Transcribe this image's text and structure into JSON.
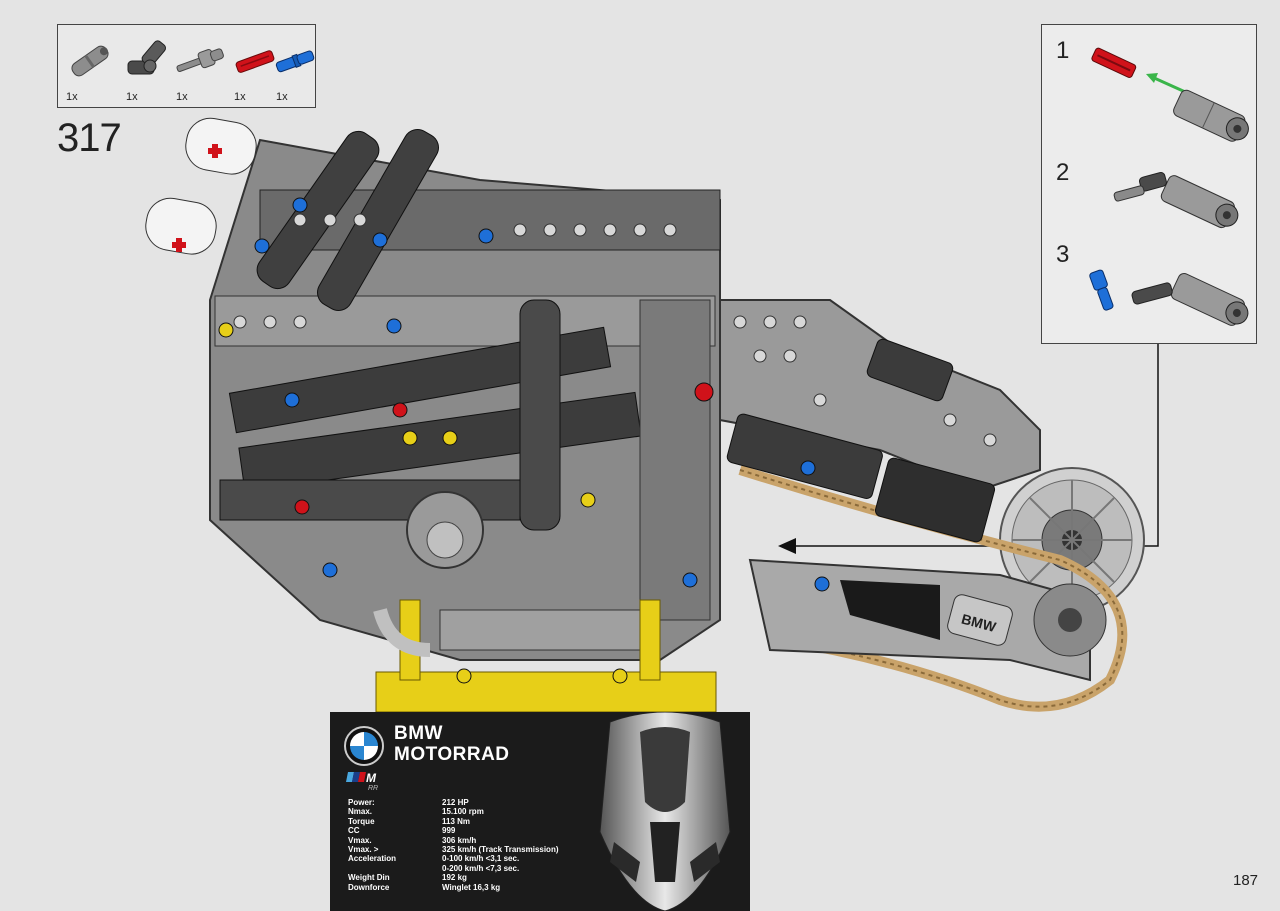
{
  "parts_list": {
    "items": [
      {
        "icon": "grey-axle-connector-icon",
        "qty": "1x",
        "color": "#8a8a8a"
      },
      {
        "icon": "dark-grey-angle-connector-icon",
        "qty": "1x",
        "color": "#4a4a4a"
      },
      {
        "icon": "grey-axle-pin-icon",
        "qty": "1x",
        "color": "#8a8a8a"
      },
      {
        "icon": "red-axle-icon",
        "qty": "1x",
        "color": "#d0121a"
      },
      {
        "icon": "blue-pin-icon",
        "qty": "1x",
        "color": "#1e6fd8"
      }
    ]
  },
  "step": {
    "number": "317"
  },
  "callout": {
    "substeps": [
      {
        "number": "1",
        "icon": "red-axle-into-connector-icon"
      },
      {
        "number": "2",
        "icon": "angle-connector-assembly-icon"
      },
      {
        "number": "3",
        "icon": "blue-pin-assembly-icon"
      }
    ],
    "arrow_color": "#3ab54a"
  },
  "plaque": {
    "brand_line1": "BMW",
    "brand_line2": "MOTORRAD",
    "m_logo": "M RR",
    "specs": [
      {
        "label": "Power:",
        "value": "212 HP"
      },
      {
        "label": "Nmax.",
        "value": "15.100 rpm"
      },
      {
        "label": "Torque",
        "value": "113 Nm"
      },
      {
        "label": "CC",
        "value": "999"
      },
      {
        "label": "Vmax.",
        "value": "306 km/h"
      },
      {
        "label": "Vmax. >",
        "value": "325 km/h (Track Transmission)"
      },
      {
        "label": "Acceleration",
        "value": "0-100 km/h <3,1 sec."
      },
      {
        "label": "",
        "value": "0-200 km/h <7,3 sec."
      },
      {
        "label": "Weight Din",
        "value": "192 kg"
      },
      {
        "label": "Downforce",
        "value": "Winglet 16,3 kg"
      }
    ]
  },
  "model": {
    "swingarm_badge": "BMW"
  },
  "page": {
    "number": "187"
  }
}
